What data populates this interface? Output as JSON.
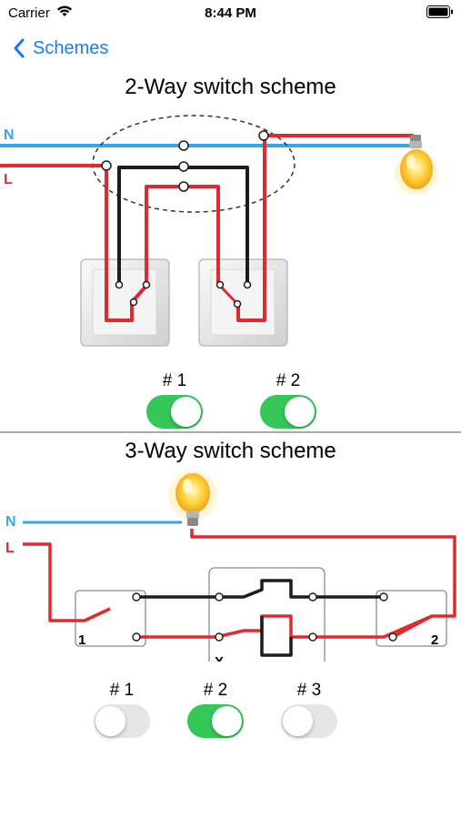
{
  "status_bar": {
    "carrier": "Carrier",
    "time": "8:44 PM"
  },
  "nav": {
    "back_label": "Schemes"
  },
  "two_way": {
    "title": "2-Way switch scheme",
    "neutral_label": "N",
    "live_label": "L",
    "switches": [
      {
        "label": "# 1",
        "state": "on"
      },
      {
        "label": "# 2",
        "state": "on"
      }
    ]
  },
  "three_way": {
    "title": "3-Way switch scheme",
    "neutral_label": "N",
    "live_label": "L",
    "switch_marks": [
      "1",
      "X",
      "2"
    ],
    "switches": [
      {
        "label": "# 1",
        "state": "off"
      },
      {
        "label": "# 2",
        "state": "on"
      },
      {
        "label": "# 3",
        "state": "off"
      }
    ]
  },
  "colors": {
    "accent": "#1a7cf0",
    "wire_red": "#e02a2f",
    "wire_blue": "#35a6ea",
    "wire_black": "#1c1c1c",
    "toggle_on": "#36c759",
    "toggle_off": "#e6e6e6"
  }
}
